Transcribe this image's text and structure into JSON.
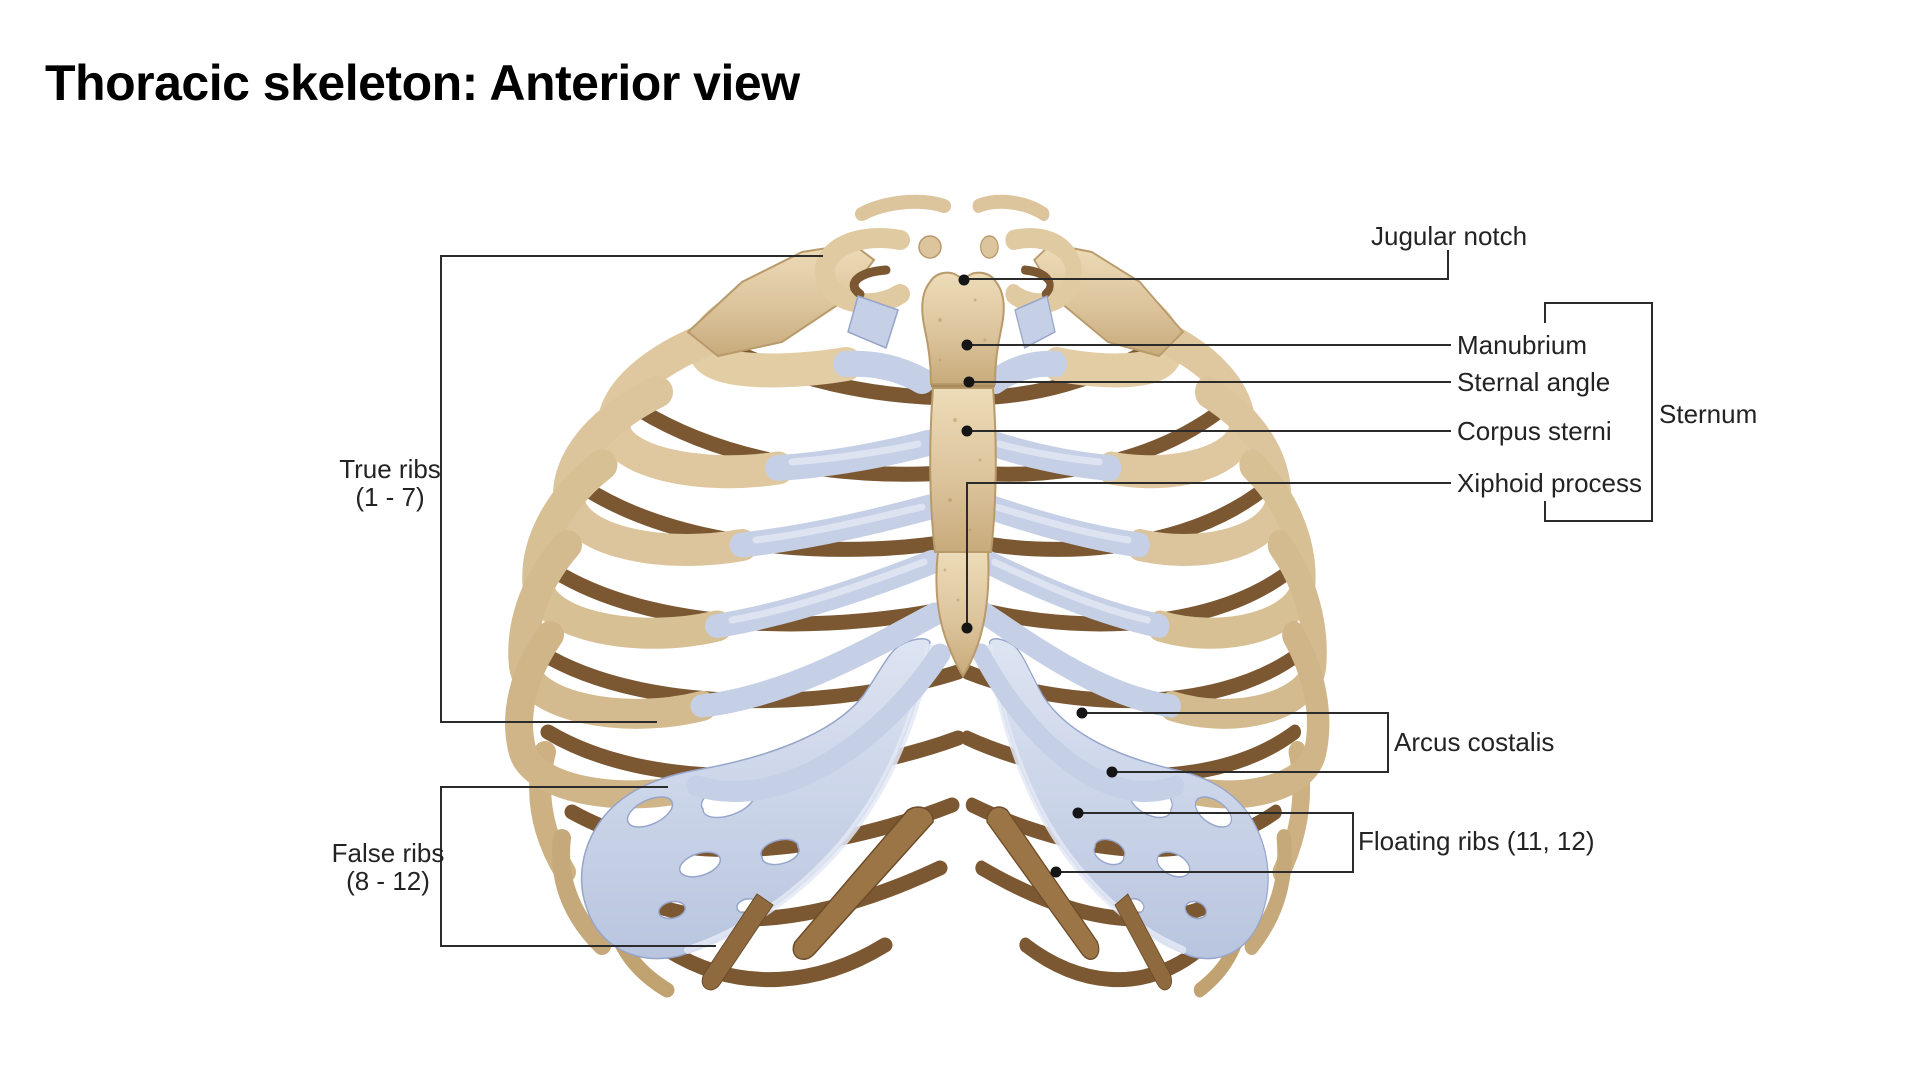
{
  "title": "Thoracic skeleton: Anterior view",
  "figure": {
    "description": "3D illustration of a human thoracic skeleton (rib cage), anterior view",
    "colors": {
      "background": "#ffffff",
      "bone_light": "#eddcb8",
      "bone_mid": "#dcc49c",
      "bone_dark": "#c3a779",
      "posterior_rib_brown": "#7b5832",
      "cartilage_blue": "#c5cfe5",
      "cartilage_shadow": "#96a5ca",
      "leader_line": "#2b2b2b",
      "text": "#232323"
    }
  },
  "labels": {
    "jugular_notch": "Jugular notch",
    "manubrium": "Manubrium",
    "sternal_angle": "Sternal angle",
    "corpus_sterni": "Corpus sterni",
    "xiphoid_process": "Xiphoid process",
    "sternum": "Sternum",
    "true_ribs": {
      "line1": "True ribs",
      "line2": "(1 - 7)"
    },
    "false_ribs": {
      "line1": "False ribs",
      "line2": "(8 - 12)"
    },
    "arcus_costalis": "Arcus costalis",
    "floating_ribs": "Floating ribs (11, 12)"
  }
}
